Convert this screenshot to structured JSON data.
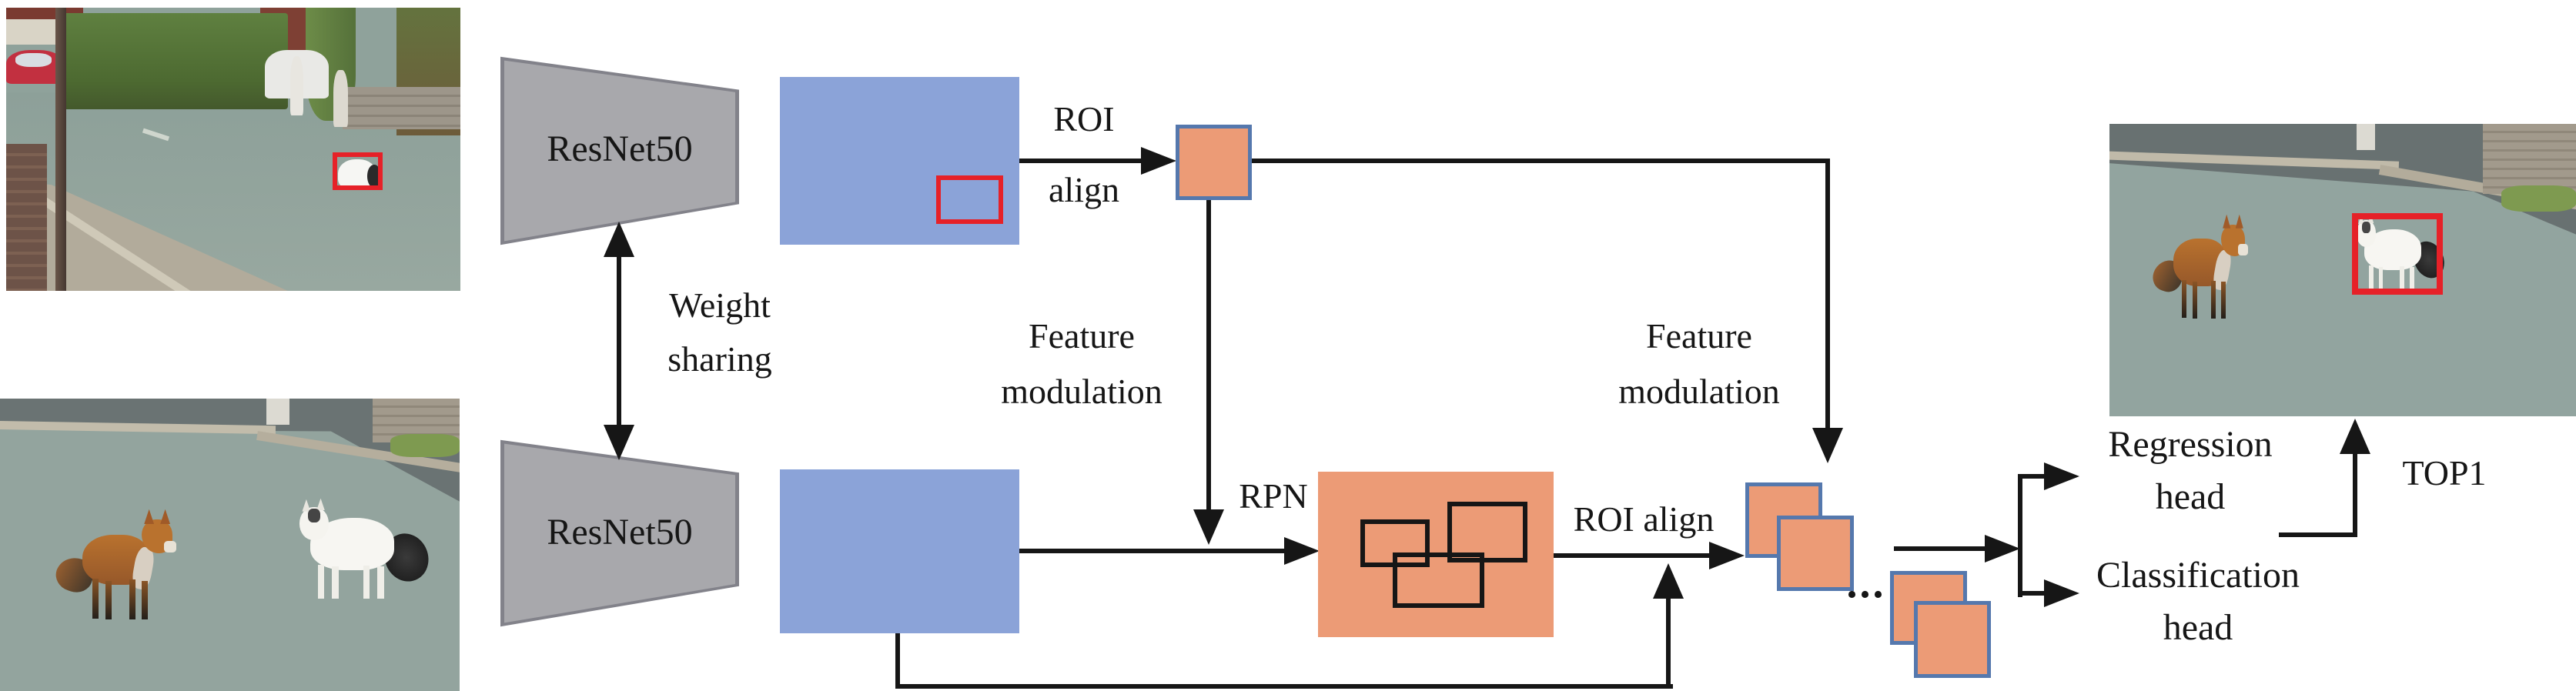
{
  "figure_type": "few-shot detection architecture diagram",
  "colors": {
    "feature_map_blue": "#8BA3D8",
    "roi_patch_orange": "#EC9B76",
    "patch_border_blue": "#5578AD",
    "backbone_gray": "#A8A8AC",
    "backbone_edge_gray": "#82828A",
    "bbox_red": "#E62128",
    "line_black": "#161616"
  },
  "labels": {
    "backbone_top": "ResNet50",
    "backbone_bottom": "ResNet50",
    "weight_sharing_line1": "Weight",
    "weight_sharing_line2": "sharing",
    "roi_align_top_line1": "ROI",
    "roi_align_top_line2": "align",
    "feature_modulation_line1": "Feature",
    "feature_modulation_line2": "modulation",
    "rpn": "RPN",
    "roi_align_bottom": "ROI align",
    "ellipsis": "...",
    "regression_head_line1": "Regression",
    "regression_head_line2": "head",
    "classification_head_line1": "Classification",
    "classification_head_line2": "head",
    "top1": "TOP1"
  }
}
